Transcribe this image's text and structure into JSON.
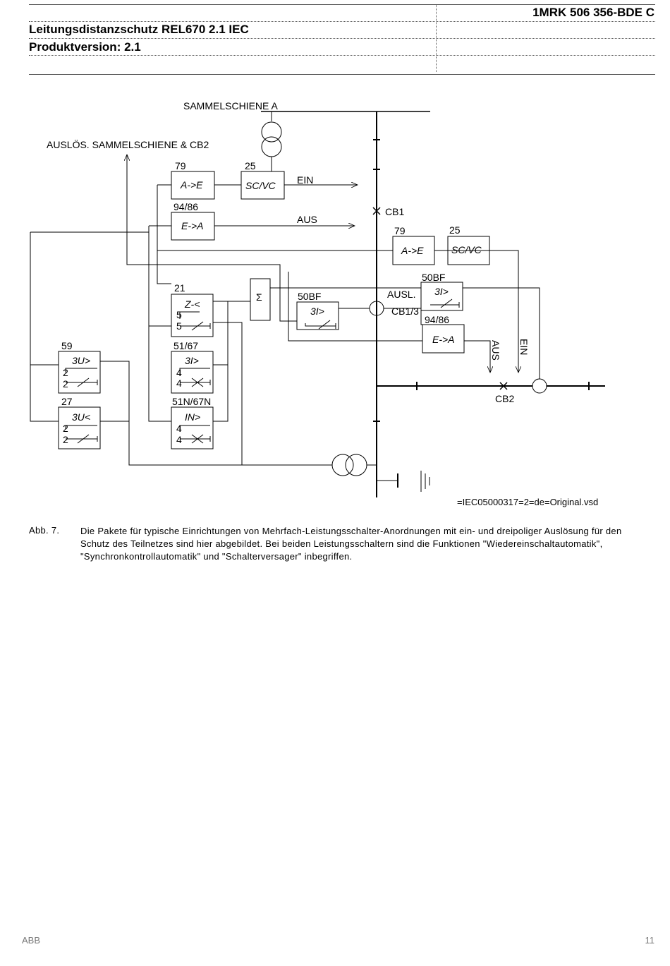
{
  "header": {
    "doc_id": "1MRK 506 356-BDE C",
    "title": "Leitungsdistanzschutz REL670 2.1 IEC",
    "version": "Produktversion: 2.1"
  },
  "diagram": {
    "busbar_a": "SAMMELSCHIENE A",
    "trip_busbar": "AUSLÖS. SAMMELSCHIENE & CB2",
    "ar1_num": "79",
    "ar1_func": "A->E",
    "sc1_num": "25",
    "sc1_func": "SC/VC",
    "ein1": "EIN",
    "trip1_num": "94/86",
    "trip1_func": "E->A",
    "aus1": "AUS",
    "cb1": "CB1",
    "ar2_num": "79",
    "ar2_func": "A->E",
    "sc2_num": "25",
    "sc2_func": "SC/VC",
    "dist_num": "21",
    "dist_func": "Z-<",
    "dist_n1": "5",
    "dist_n2": "5",
    "sigma": "Σ",
    "bf1_num": "50BF",
    "bf1_func": "3I>",
    "bf2_num": "50BF",
    "bf2_func": "3I>",
    "ausl": "AUSL.",
    "cb13": "CB1/3",
    "trip2_num": "94/86",
    "trip2_func": "E->A",
    "aus2": "AUS",
    "ein2": "EIN",
    "ov_num": "59",
    "ov_func": "3U>",
    "ov_n1": "2",
    "ov_n2": "2",
    "oc_num": "51/67",
    "oc_func": "3I>",
    "oc_n1": "4",
    "oc_n2": "4",
    "cb2": "CB2",
    "uv_num": "27",
    "uv_func": "3U<",
    "uv_n1": "2",
    "uv_n2": "2",
    "ef_num": "51N/67N",
    "ef_func": "IN>",
    "ef_n1": "4",
    "ef_n2": "4",
    "file_ref": "=IEC05000317=2=de=Original.vsd"
  },
  "caption": {
    "label": "Abb. 7.",
    "text": "Die Pakete für typische Einrichtungen von Mehrfach-Leistungsschalter-Anordnungen mit ein- und dreipoliger Auslösung für den Schutz des Teilnetzes sind hier abgebildet. Bei beiden Leistungsschaltern sind die Funktionen \"Wiedereinschaltautomatik\", \"Synchronkontrollautomatik\" und \"Schalterversager\" inbegriffen."
  },
  "footer": {
    "brand": "ABB",
    "page": "11"
  }
}
